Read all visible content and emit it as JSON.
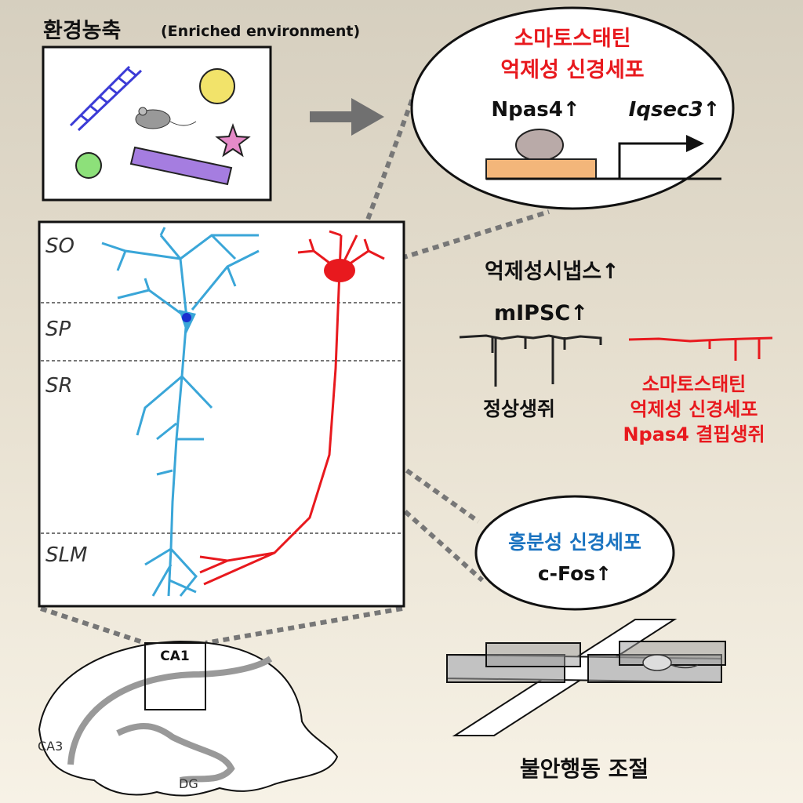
{
  "title": {
    "korean": "환경농축",
    "english": "(Enriched environment)"
  },
  "top_ellipse": {
    "line1": "소마토스태틴",
    "line2": "억제성 신경세포",
    "gene1": "Npas4↑",
    "gene2": "Iqsec3↑"
  },
  "layers": [
    "SO",
    "SP",
    "SR",
    "SLM"
  ],
  "synapse": {
    "title": "억제성시냅스↑",
    "mipsc": "mIPSC↑",
    "normal": "정상생쥐",
    "ko_line1": "소마토스태틴",
    "ko_line2": "억제성 신경세포",
    "ko_line3": "Npas4 결핍생쥐"
  },
  "excitatory": {
    "line1": "흥분성 신경세포",
    "line2": "c-Fos↑"
  },
  "brain": {
    "ca1": "CA1",
    "ca3": "CA3",
    "dg": "DG"
  },
  "behavior": "불안행동 조절",
  "colors": {
    "blue_neuron": "#3aa6d8",
    "red_neuron": "#e8191e",
    "arrow": "#707070"
  }
}
